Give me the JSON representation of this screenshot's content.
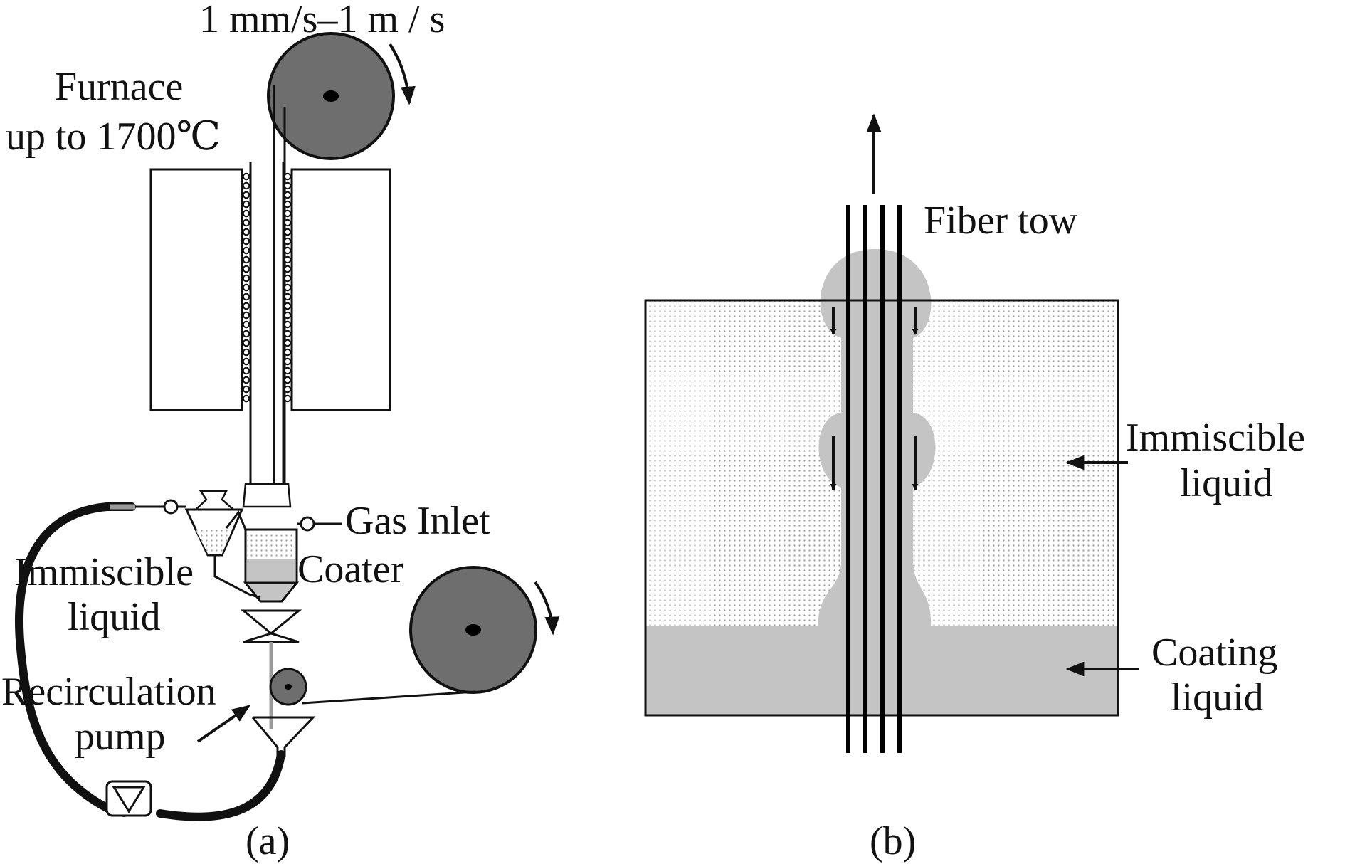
{
  "panel_a": {
    "caption": "(a)",
    "speed_label": "1 mm/s–1 m / s",
    "furnace_label_1": "Furnace",
    "furnace_label_2": "up to 1700℃",
    "gas_inlet_label": "Gas Inlet",
    "coater_label": "Coater",
    "immiscible_label_1": "Immiscible",
    "immiscible_label_2": "liquid",
    "pump_label_1": "Recirculation",
    "pump_label_2": "pump"
  },
  "panel_b": {
    "caption": "(b)",
    "fiber_tow_label": "Fiber tow",
    "immiscible_label_1": "Immiscible",
    "immiscible_label_2": "liquid",
    "coating_label_1": "Coating",
    "coating_label_2": "liquid"
  },
  "colors": {
    "spool": "#6e6e6e",
    "liquid_gray": "#c4c4c4",
    "line": "#111111"
  }
}
